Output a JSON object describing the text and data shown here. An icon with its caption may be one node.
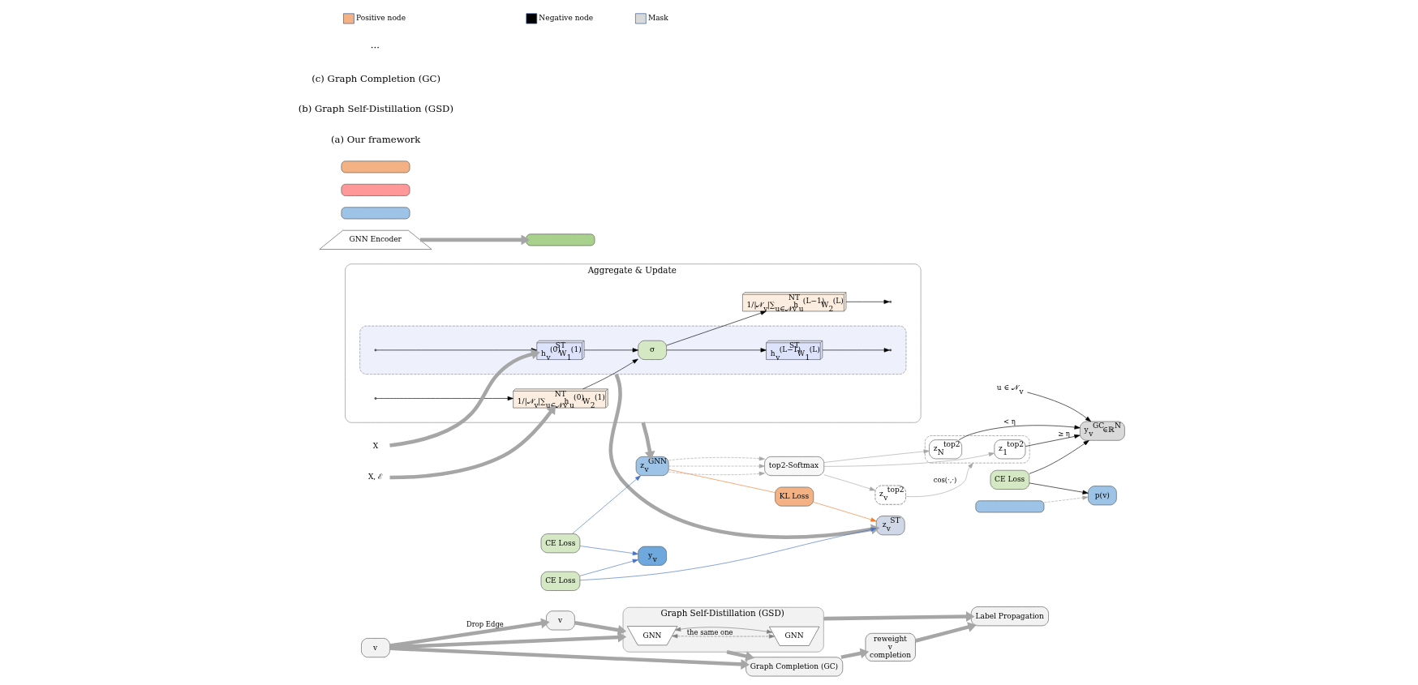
{
  "diagram": {
    "nodes": [
      {
        "text": [
          "v"
        ]
      },
      {
        "text": [
          "v"
        ]
      },
      {
        "text": [
          "Graph Self-Distillation (GSD)"
        ]
      },
      {
        "text": [
          "GNN"
        ],
        "in": 2
      },
      {
        "text": [
          "GNN"
        ],
        "in": 2
      },
      {
        "text": [
          "Graph Completion (GC)"
        ]
      },
      {
        "text": [
          "reweight",
          "v",
          "completion"
        ]
      },
      {
        "text": [
          "Label Propagation"
        ]
      },
      {
        "text": [
          "Aggregate & Update"
        ]
      },
      {
        "text": [],
        "shape": "box",
        "in": 8
      },
      {
        "text": [
          "ST",
          "h$_{v}$$^{(0)}$W$_{1}$$^{(1)}$"
        ],
        "in": 9
      },
      {
        "text": [
          "σ"
        ],
        "in": 9
      },
      {
        "text": [
          "ST",
          "h$_{v}$$^{(L−1)}$W$_{1}$$^{(L)}$"
        ],
        "in": 9
      },
      {
        "text": [
          "NT",
          "1/|𝒩$_{v}$|∑$_{u∈𝒩v}$h$_{u}$$^{(0)}$W$_{2}$$^{(1)}$"
        ],
        "in": 8
      },
      {
        "text": [
          "NT",
          "1/|𝒩$_{v}$|∑$_{u∈𝒩v}$h$_{u}$$^{(L−1)}$W$_{2}$$^{(L)}$"
        ],
        "in": 8
      },
      {
        "text": [
          "X"
        ]
      },
      {
        "text": [
          "X, ℰ"
        ]
      },
      {
        "text": [
          "z$_{v}$$^{ST}$"
        ]
      },
      {
        "text": [
          "KL Loss"
        ]
      },
      {
        "text": [
          "z$_{v}$$^{GNN}$"
        ]
      },
      {
        "text": [
          "CE Loss"
        ]
      },
      {
        "text": [
          "y$_{v}$"
        ]
      },
      {
        "text": [
          "CE Loss"
        ]
      },
      {
        "text": [
          "GNN Encoder"
        ]
      },
      {
        "text": [],
        "shape": "bar"
      },
      {
        "text": [],
        "shape": "bar"
      },
      {
        "text": [],
        "shape": "bar"
      },
      {
        "text": [],
        "shape": "bar"
      },
      {
        "text": [],
        "shape": "bar"
      },
      {
        "text": [
          "p(v)"
        ]
      },
      {
        "text": [
          "top2-Softmax"
        ]
      },
      {
        "text": [
          "z$_{v}$$^{top2}$"
        ]
      },
      {
        "text": [],
        "shape": "box"
      },
      {
        "text": [
          "z$_{1}$$^{top2}$"
        ],
        "in": 32
      },
      {
        "text": [
          "z$_{N}$$^{top2}$"
        ],
        "in": 32
      },
      {
        "text": [
          "CE Loss"
        ]
      },
      {
        "text": [
          "y$_{v}$$^{GC}$∈ℝ$^{N}$"
        ]
      },
      {
        "text": [
          "u ∈ 𝒩$_{v}$"
        ]
      }
    ],
    "edges": [
      {
        "from": 0,
        "to": 1,
        "arrow": "to",
        "label": "Drop Edge",
        "style": "thick",
        "color": "#a6a6a6"
      },
      {
        "from": 0,
        "to": 2,
        "arrow": "to",
        "style": "thick",
        "color": "#a6a6a6"
      },
      {
        "from": 1,
        "to": 2,
        "arrow": "to",
        "style": "thick",
        "color": "#a6a6a6"
      },
      {
        "from": 3,
        "to": 4,
        "arrow": "both",
        "label": "the same one",
        "style": "dashed",
        "color": "#808080"
      },
      {
        "from": 3,
        "to": 4,
        "arrow": "both",
        "color": "#808080"
      },
      {
        "from": 2,
        "to": 5,
        "arrow": "to",
        "style": "thick",
        "color": "#a6a6a6"
      },
      {
        "from": 0,
        "to": 5,
        "arrow": "to",
        "style": "thick",
        "color": "#a6a6a6"
      },
      {
        "from": 5,
        "to": 6,
        "arrow": "to",
        "style": "thick",
        "color": "#a6a6a6"
      },
      {
        "from": 6,
        "to": 7,
        "arrow": "to",
        "style": "thick",
        "color": "#a6a6a6"
      },
      {
        "from": 2,
        "to": 7,
        "arrow": "to",
        "style": "thick",
        "color": "#a6a6a6"
      },
      {
        "from": 15,
        "to": 10,
        "arrow": "to",
        "style": "thick",
        "color": "#a6a6a6"
      },
      {
        "from": 16,
        "to": 13,
        "arrow": "to",
        "style": "thick",
        "color": "#a6a6a6"
      },
      {
        "from": null,
        "to": 10,
        "arrow": "to",
        "color": "#000000"
      },
      {
        "from": null,
        "to": 13,
        "arrow": "to",
        "color": "#000000"
      },
      {
        "from": 10,
        "to": 11,
        "arrow": "to",
        "color": "#000000"
      },
      {
        "from": 13,
        "to": 11,
        "arrow": "to",
        "color": "#000000"
      },
      {
        "from": 11,
        "to": 12,
        "arrow": "to",
        "color": "#000000"
      },
      {
        "from": 11,
        "to": 14,
        "arrow": "to",
        "color": "#000000"
      },
      {
        "from": 12,
        "to": null,
        "arrow": "to",
        "color": "#000000"
      },
      {
        "from": 14,
        "to": null,
        "arrow": "to",
        "color": "#000000"
      },
      {
        "from": 9,
        "to": 17,
        "arrow": "to",
        "style": "thick",
        "color": "#a6a6a6"
      },
      {
        "from": 8,
        "to": 19,
        "arrow": "to",
        "style": "thick",
        "color": "#a6a6a6"
      },
      {
        "from": 19,
        "to": 18,
        "arrow": "none",
        "color": "#ed7d31"
      },
      {
        "from": 18,
        "to": 17,
        "arrow": "to",
        "color": "#ed7d31"
      },
      {
        "from": 20,
        "to": 17,
        "arrow": "to",
        "color": "#4472c4"
      },
      {
        "from": 20,
        "to": 21,
        "arrow": "to",
        "color": "#4472c4"
      },
      {
        "from": 22,
        "to": 19,
        "arrow": "to",
        "color": "#4472c4"
      },
      {
        "from": 22,
        "to": 21,
        "arrow": "to",
        "color": "#4472c4"
      },
      {
        "from": 19,
        "to": 30,
        "arrow": "to",
        "style": "dashed",
        "color": "#a6a6a6"
      },
      {
        "from": 19,
        "to": 30,
        "arrow": "to",
        "style": "dashed",
        "color": "#a6a6a6"
      },
      {
        "from": 19,
        "to": 30,
        "arrow": "to",
        "style": "dashed",
        "color": "#a6a6a6"
      },
      {
        "from": 30,
        "to": 31,
        "arrow": "to",
        "color": "#a6a6a6"
      },
      {
        "from": 30,
        "to": 33,
        "arrow": "to",
        "color": "#a6a6a6"
      },
      {
        "from": 30,
        "to": 34,
        "arrow": "to",
        "color": "#a6a6a6"
      },
      {
        "from": 31,
        "to": 32,
        "arrow": "to",
        "label": "cos(·,·)",
        "color": "#a6a6a6"
      },
      {
        "from": 23,
        "to": 26,
        "arrow": "to",
        "style": "thick",
        "color": "#a6a6a6"
      },
      {
        "from": 25,
        "to": 29,
        "arrow": "to",
        "style": "dashed",
        "color": "#a6a6a6"
      },
      {
        "from": 33,
        "to": 36,
        "arrow": "to",
        "label": "≥ η",
        "color": "#000000"
      },
      {
        "from": 34,
        "to": 36,
        "arrow": "to",
        "label": "< η",
        "color": "#000000"
      },
      {
        "from": 37,
        "to": 36,
        "arrow": "to",
        "color": "#000000"
      },
      {
        "from": 35,
        "to": 29,
        "arrow": "to",
        "color": "#000000"
      },
      {
        "from": 35,
        "to": 36,
        "arrow": "to",
        "color": "#000000"
      }
    ],
    "labels": [
      "(a) Our framework",
      "(b) Graph Self-Distillation (GSD)",
      "(c) Graph Completion (GC)",
      "···"
    ],
    "legend": [
      {
        "text": "Positive node",
        "color": "#f4b183"
      },
      {
        "text": "Negative node",
        "color": "#000000"
      },
      {
        "text": "Mask",
        "color": "#d9d9d9"
      }
    ]
  }
}
